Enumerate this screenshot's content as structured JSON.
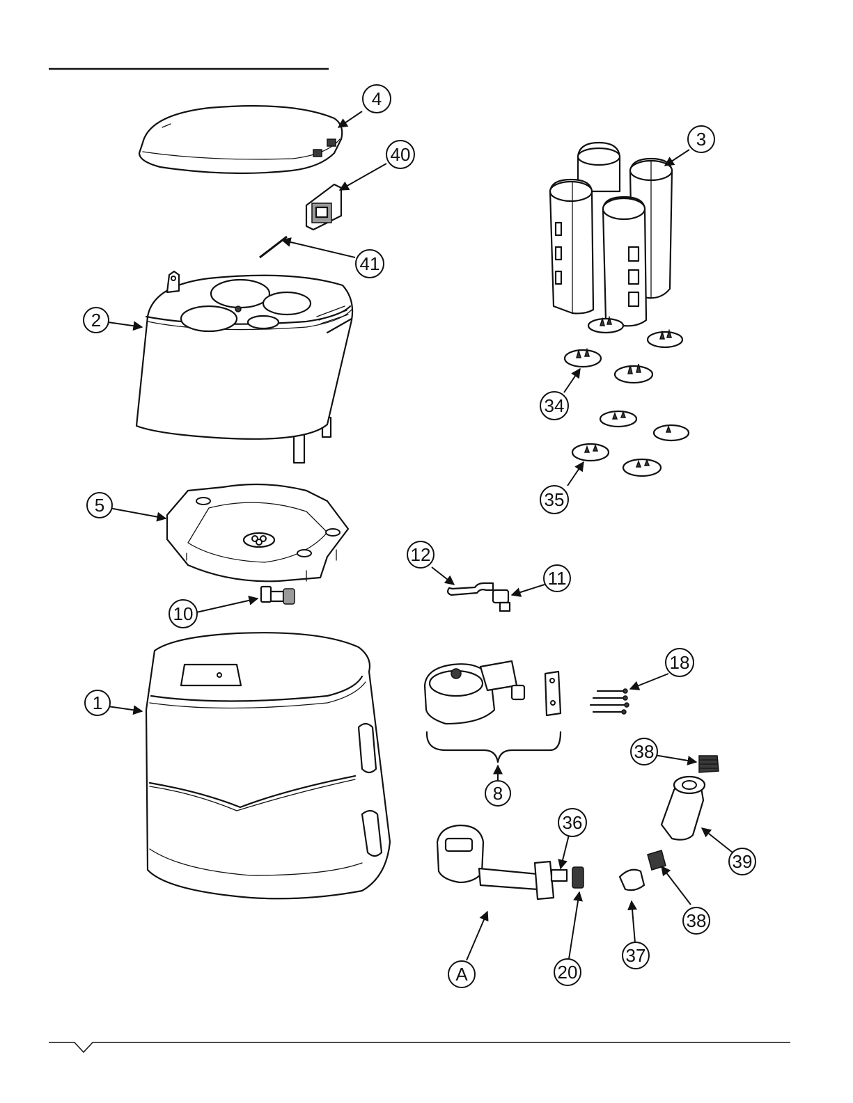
{
  "diagram": {
    "callouts": {
      "c4": "4",
      "c40": "40",
      "c41": "41",
      "c2": "2",
      "c3": "3",
      "c34": "34",
      "c35": "35",
      "c5": "5",
      "c10": "10",
      "c12": "12",
      "c11": "11",
      "c18": "18",
      "c1": "1",
      "c8": "8",
      "c38a": "38",
      "c39": "39",
      "c36": "36",
      "c38b": "38",
      "cA": "A",
      "c20": "20",
      "c37": "37"
    }
  },
  "colors": {
    "ink": "#111111",
    "shade": "#9a9a9a",
    "paper": "#ffffff"
  }
}
